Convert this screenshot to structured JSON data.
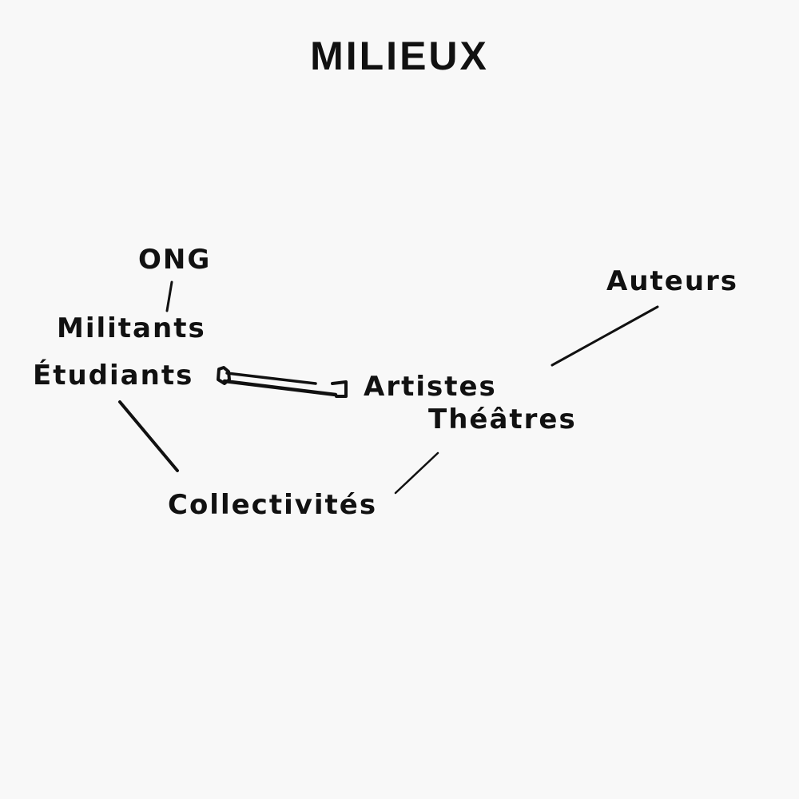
{
  "title": "MILIEUX",
  "nodes": {
    "ong": "ONG",
    "militants": "Militants",
    "etudiants": "Étudiants",
    "artistes": "Artistes",
    "theatres": "Théâtres",
    "auteurs": "Auteurs",
    "collectivites": "Collectivités"
  },
  "colors": {
    "ink": "#111111",
    "paper": "#f8f8f8"
  }
}
